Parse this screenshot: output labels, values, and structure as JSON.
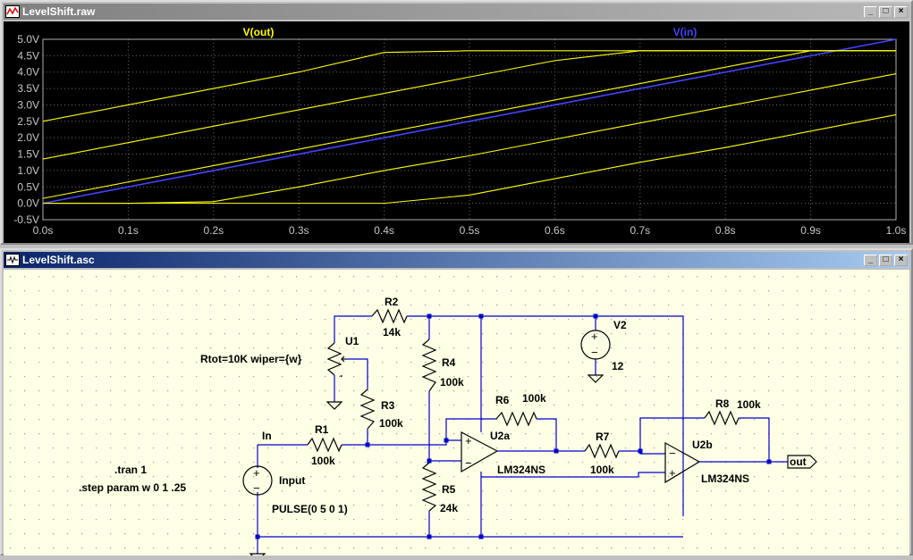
{
  "waveform_window": {
    "title": "LevelShift.raw",
    "btn_min": "_",
    "btn_max": "□",
    "btn_close": "×"
  },
  "schematic_window": {
    "title": "LevelShift.asc",
    "btn_min": "_",
    "btn_max": "□",
    "btn_close": "×"
  },
  "colors": {
    "vout": "#ffff00",
    "vin": "#4444ff",
    "plot_bg": "#000000",
    "schem_bg": "#ffffe6",
    "wire": "#0000cc"
  },
  "chart_data": {
    "type": "line",
    "xlabel": "",
    "ylabel": "",
    "x_ticks": [
      "0.0s",
      "0.1s",
      "0.2s",
      "0.3s",
      "0.4s",
      "0.5s",
      "0.6s",
      "0.7s",
      "0.8s",
      "0.9s",
      "1.0s"
    ],
    "y_ticks": [
      "5.0V",
      "4.5V",
      "4.0V",
      "3.5V",
      "3.0V",
      "2.5V",
      "2.0V",
      "1.5V",
      "1.0V",
      "0.5V",
      "0.0V",
      "-0.5V"
    ],
    "xlim": [
      0,
      1.0
    ],
    "ylim": [
      -0.5,
      5.0
    ],
    "grid": true,
    "legend": [
      "V(out)",
      "V(in)"
    ],
    "x": [
      0.0,
      0.1,
      0.2,
      0.3,
      0.4,
      0.5,
      0.6,
      0.7,
      0.8,
      0.9,
      1.0
    ],
    "series": [
      {
        "name": "V(in)",
        "values": [
          0.0,
          0.5,
          1.0,
          1.5,
          2.0,
          2.5,
          3.0,
          3.5,
          4.0,
          4.5,
          5.0
        ]
      },
      {
        "name": "V(out)",
        "values": [
          2.5,
          3.0,
          3.5,
          4.0,
          4.6,
          4.65,
          4.65,
          4.65,
          4.65,
          4.65,
          4.65
        ]
      },
      {
        "name": "V(out)",
        "values": [
          1.35,
          1.85,
          2.35,
          2.85,
          3.35,
          3.85,
          4.35,
          4.65,
          4.65,
          4.65,
          4.65
        ]
      },
      {
        "name": "V(out)",
        "values": [
          0.15,
          0.65,
          1.15,
          1.65,
          2.15,
          2.65,
          3.15,
          3.65,
          4.15,
          4.65,
          4.65
        ]
      },
      {
        "name": "V(out)",
        "values": [
          0.0,
          0.0,
          0.05,
          0.5,
          1.0,
          1.45,
          1.95,
          2.45,
          2.95,
          3.45,
          3.95
        ]
      },
      {
        "name": "V(out)",
        "values": [
          0.0,
          0.0,
          0.0,
          0.0,
          0.0,
          0.25,
          0.75,
          1.25,
          1.7,
          2.2,
          2.7
        ]
      }
    ]
  },
  "schematic": {
    "labels": {
      "r2": "R2",
      "r2v": "14k",
      "u1": "U1",
      "u1p": "Rtot=10K wiper={w}",
      "r4": "R4",
      "r4v": "100k",
      "r3": "R3",
      "r3v": "100k",
      "r6": "R6",
      "r6v": "100k",
      "v2": "V2",
      "v2v": "12",
      "in": "In",
      "r1": "R1",
      "r1v": "100k",
      "u2a": "U2a",
      "u2a_part": "LM324NS",
      "r7": "R7",
      "r7v": "100k",
      "r8": "R8",
      "r8v": "100k",
      "u2b": "U2b",
      "u2b_part": "LM324NS",
      "out": "out",
      "input": "Input",
      "pulse": "PULSE(0 5 0 1)",
      "r5": "R5",
      "r5v": "24k",
      "tran": ".tran 1",
      "step": ".step param w 0 1 .25",
      "plus": "+",
      "minus": "−",
      "dot": "."
    }
  }
}
